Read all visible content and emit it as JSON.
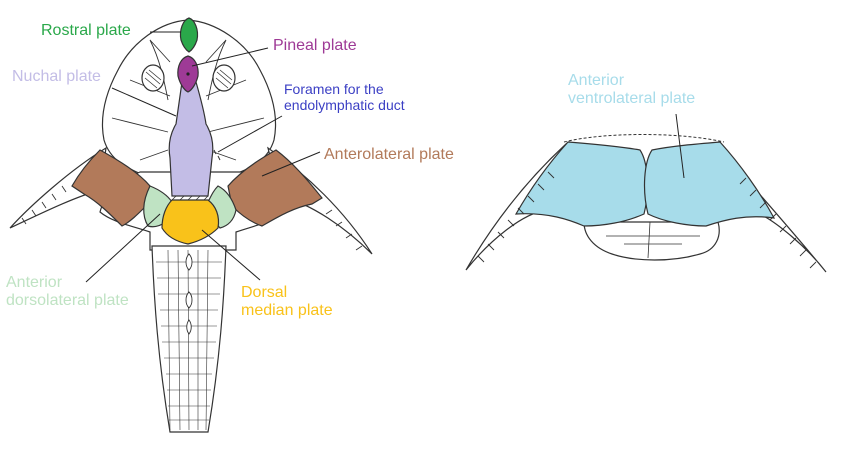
{
  "labels": {
    "rostral": "Rostral plate",
    "pineal": "Pineal plate",
    "nuchal": "Nuchal plate",
    "foramen_line1": "Foramen for the",
    "foramen_line2": "endolymphatic duct",
    "anterolateral": "Anterolateral plate",
    "adl_line1": "Anterior",
    "adl_line2": "dorsolateral plate",
    "dorsal_line1": "Dorsal",
    "dorsal_line2": "median plate",
    "avl_line1": "Anterior",
    "avl_line2": "ventrolateral plate"
  },
  "colors": {
    "rostral": "#2aa84a",
    "pineal": "#9e3a96",
    "nuchal": "#c3bde6",
    "foramen": "#3b3fc4",
    "anterolateral": "#b27a5a",
    "anterior_dorsolateral": "#bfe3c3",
    "dorsal_median": "#f9c21a",
    "anterior_ventrolateral": "#a7dcea",
    "outline": "#333333"
  }
}
